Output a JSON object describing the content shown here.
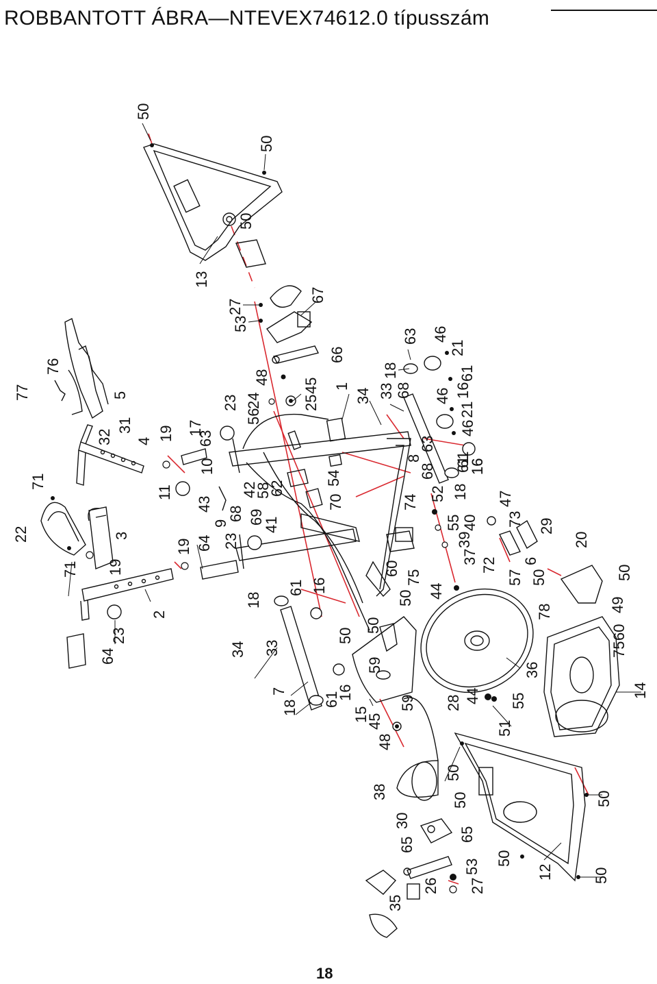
{
  "header": {
    "title": "ROBBANTOTT ÁBRA—NTEVEX74612.0 típusszám"
  },
  "footer": {
    "page_number": "18"
  },
  "callouts": [
    "50",
    "50",
    "50",
    "13",
    "27",
    "53",
    "67",
    "66",
    "48",
    "24",
    "23",
    "56",
    "45",
    "25",
    "1",
    "34",
    "33",
    "18",
    "68",
    "63",
    "46",
    "21",
    "61",
    "16",
    "46",
    "21",
    "16",
    "46",
    "61",
    "77",
    "76",
    "5",
    "32",
    "31",
    "4",
    "19",
    "17",
    "63",
    "71",
    "22",
    "3",
    "71",
    "19",
    "2",
    "11",
    "43",
    "10",
    "42",
    "58",
    "62",
    "9",
    "68",
    "69",
    "41",
    "23",
    "64",
    "19",
    "64",
    "23",
    "54",
    "70",
    "8",
    "63",
    "68",
    "52",
    "18",
    "61",
    "16",
    "74",
    "55",
    "40",
    "39",
    "37",
    "72",
    "47",
    "73",
    "29",
    "6",
    "57",
    "50",
    "20",
    "50",
    "18",
    "61",
    "16",
    "34",
    "33",
    "7",
    "18",
    "61",
    "16",
    "60",
    "75",
    "50",
    "44",
    "50",
    "50",
    "59",
    "15",
    "45",
    "48",
    "59",
    "28",
    "44",
    "55",
    "51",
    "36",
    "78",
    "49",
    "60",
    "75",
    "14",
    "38",
    "50",
    "50",
    "30",
    "65",
    "65",
    "26",
    "35",
    "27",
    "53",
    "50",
    "12",
    "50",
    "50"
  ]
}
